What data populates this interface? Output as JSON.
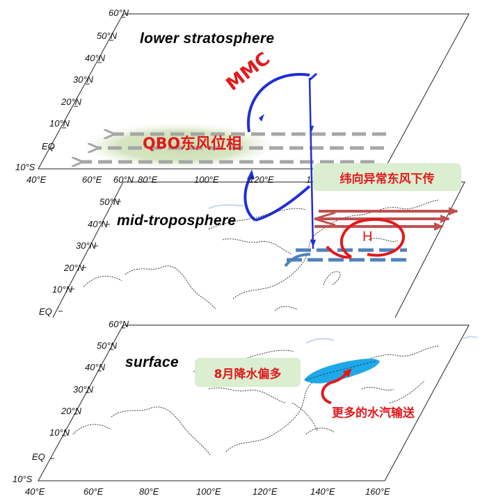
{
  "panels": {
    "top": {
      "title": "lower stratosphere",
      "lat_ticks": [
        "60°N",
        "50°N",
        "40°N",
        "30°N",
        "20°N",
        "10°N",
        "EQ",
        "10°S"
      ],
      "lon_ticks": [
        "40°E",
        "60°E",
        "80°E",
        "100°E",
        "120°E",
        "1"
      ]
    },
    "middle": {
      "title": "mid-troposphere",
      "lat_ticks": [
        "60°N",
        "50°N",
        "40°N",
        "30°N",
        "20°N",
        "10°N",
        "EQ"
      ]
    },
    "bottom": {
      "title": "surface",
      "lat_ticks": [
        "60°N",
        "50°N",
        "40°N",
        "30°N",
        "20°N",
        "10°N",
        "EQ",
        "10°S"
      ],
      "lon_ticks": [
        "40°E",
        "60°E",
        "80°E",
        "100°E",
        "120°E",
        "140°E",
        "160°E"
      ]
    }
  },
  "labels": {
    "mmc": "MMC",
    "qbo": "QBO东风位相",
    "zonal_wind": "纬向异常东风下传",
    "high": "H",
    "precip": "8月降水偏多",
    "vapor": "更多的水汽输送"
  },
  "colors": {
    "red": "#e2191c",
    "mmc_blue": "#1f2fd6",
    "wind_gray": "#a6a6a6",
    "wind_red": "#c0504d",
    "wind_blue": "#4f81bd",
    "highlight_green": "#dbeed0",
    "precip_blue": "#1fa8e8"
  }
}
